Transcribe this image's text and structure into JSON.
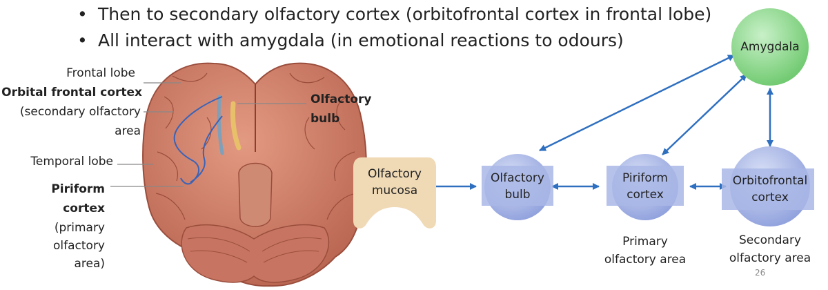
{
  "bullets": [
    "Then to secondary olfactory cortex (orbitofrontal cortex in frontal lobe)",
    "All interact with amygdala (in emotional reactions to odours)"
  ],
  "brain_labels": {
    "frontal_lobe": "Frontal lobe",
    "orbital_frontal_cortex": "Orbital frontal cortex",
    "secondary_area_line1": "(secondary olfactory",
    "secondary_area_line2": "area",
    "temporal_lobe": "Temporal lobe",
    "piriform_line1": "Piriform",
    "piriform_line2": "cortex",
    "primary_line1": "(primary",
    "primary_line2": "olfactory",
    "primary_line3": "area)",
    "olfactory_bulb_line1": "Olfactory",
    "olfactory_bulb_line2": "bulb"
  },
  "nodes": {
    "mucosa": [
      "Olfactory",
      "mucosa"
    ],
    "bulb": [
      "Olfactory",
      "bulb"
    ],
    "piriform": [
      "Piriform",
      "cortex"
    ],
    "orbitofrontal": [
      "Orbitofrontal",
      "cortex"
    ],
    "amygdala": [
      "Amygdala"
    ]
  },
  "captions": {
    "primary": [
      "Primary",
      "olfactory area"
    ],
    "secondary": [
      "Secondary",
      "olfactory area"
    ]
  },
  "page_number": "26",
  "colors": {
    "node_blue": "#a9b7e6",
    "node_green": "#92d892",
    "mucosa": "#f0d9b5",
    "arrow": "#2e6fc0",
    "brain": "#c97b66"
  }
}
